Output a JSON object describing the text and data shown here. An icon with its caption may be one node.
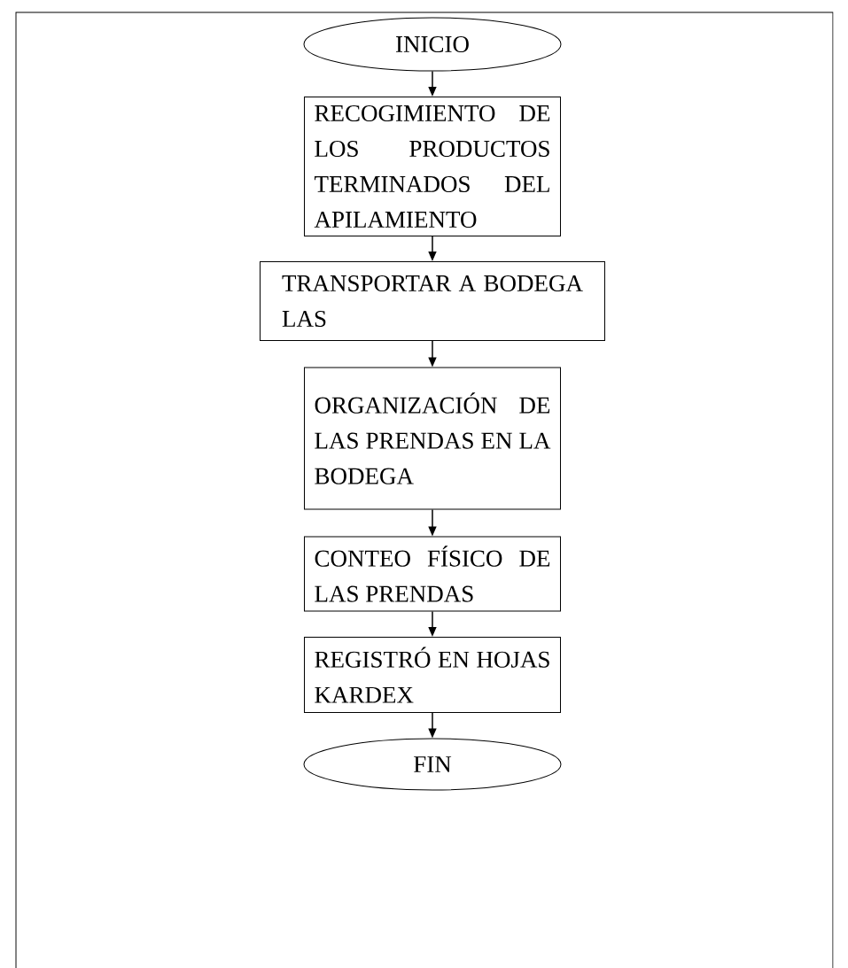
{
  "diagram": {
    "nodes": [
      {
        "text": [
          "INICIO"
        ]
      },
      {
        "text": [
          "RECOGIMIENTO DE LOS PRODUCTOS TERMINADOS DEL APILAMIENTO"
        ]
      },
      {
        "text": [
          "TRANSPORTAR A BODEGA LAS"
        ]
      },
      {
        "text": [
          "ORGANIZACIÓN DE LAS PRENDAS EN LA BODEGA"
        ]
      },
      {
        "text": [
          "CONTEO FÍSICO DE LAS PRENDAS"
        ]
      },
      {
        "text": [
          "REGISTRÓ EN HOJAS KARDEX"
        ]
      },
      {
        "text": [
          "FIN"
        ]
      }
    ],
    "edges": [
      {
        "from": 0,
        "to": 1,
        "arrow": "to"
      },
      {
        "from": 1,
        "to": 2,
        "arrow": "to"
      },
      {
        "from": 2,
        "to": 3,
        "arrow": "to"
      },
      {
        "from": 3,
        "to": 4,
        "arrow": "to"
      },
      {
        "from": 4,
        "to": 5,
        "arrow": "to"
      },
      {
        "from": 5,
        "to": 6,
        "arrow": "to"
      }
    ]
  }
}
